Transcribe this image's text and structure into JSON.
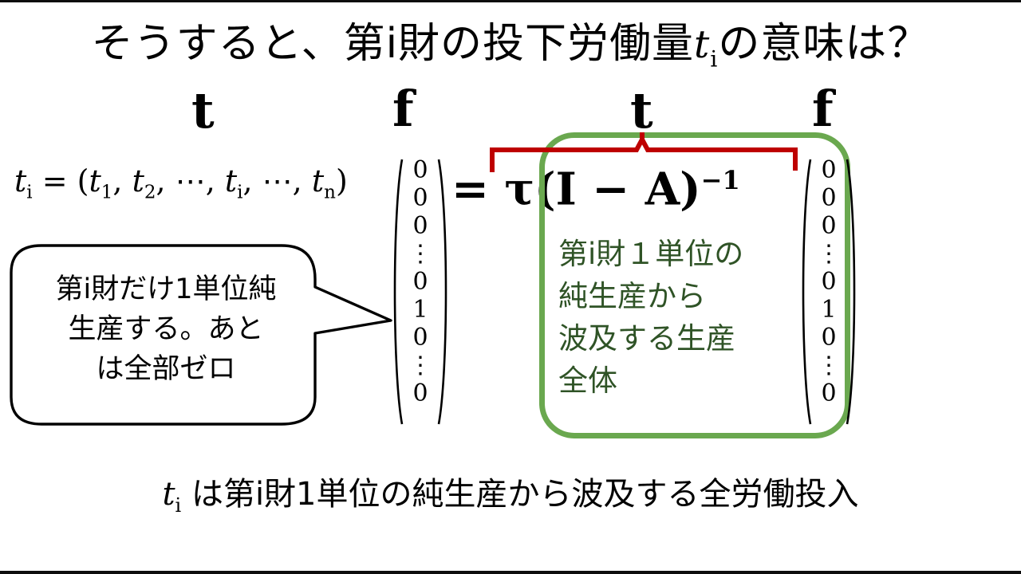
{
  "slide": {
    "title": {
      "prefix": "そうすると、第i財の投下労働量",
      "var": "t",
      "sub": "i",
      "suffix": "の意味は？"
    },
    "labels": {
      "t_left": "t",
      "f_left": "f",
      "t_right": "t",
      "f_right": "f"
    },
    "row_vector": {
      "lhs_var": "t",
      "lhs_sub": "i",
      "equals": "=",
      "open": "(",
      "entries": [
        "t₁",
        "t₂",
        "⋯",
        "tᵢ",
        "⋯",
        "tₙ"
      ],
      "text": "t i = ( t 1 , t 2 , ⋯ , t i , ⋯ , t n )",
      "close": ")"
    },
    "column_vector": {
      "entries": [
        "0",
        "0",
        "0",
        "⋮",
        "0",
        "1",
        "0",
        "⋮",
        "0"
      ]
    },
    "equation": {
      "equals": "=",
      "tau": "τ",
      "body": "(I − A)",
      "exponent": "−1"
    },
    "red_brace": {
      "label": "t",
      "color": "#be0000"
    },
    "green_box": {
      "border_color": "#6aa84f",
      "text_color": "#2f5326",
      "lines": [
        "第i財１単位の",
        "純生産から",
        "波及する生産",
        "全体"
      ]
    },
    "speech_bubble": {
      "lines": [
        "第i財だけ1単位純",
        "生産する。あと",
        "は全部ゼロ"
      ]
    },
    "bottom_line": {
      "var": "t",
      "sub": "i",
      "text": " は第i財1単位の純生産から波及する全労働投入"
    }
  }
}
